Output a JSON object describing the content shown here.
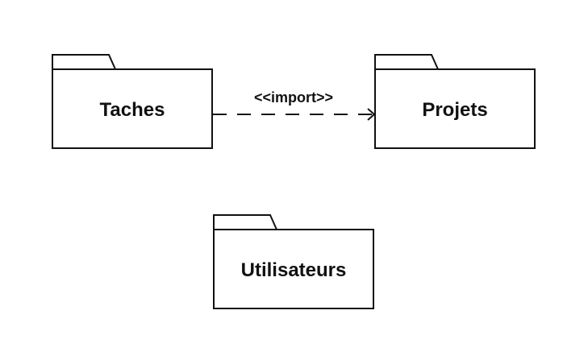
{
  "packages": {
    "taches": {
      "label": "Taches"
    },
    "projets": {
      "label": "Projets"
    },
    "utilisateurs": {
      "label": "Utilisateurs"
    }
  },
  "dependency": {
    "from": "Taches",
    "to": "Projets",
    "stereotype": "<<import>>"
  },
  "colors": {
    "stroke": "#111111",
    "fill": "#ffffff"
  }
}
